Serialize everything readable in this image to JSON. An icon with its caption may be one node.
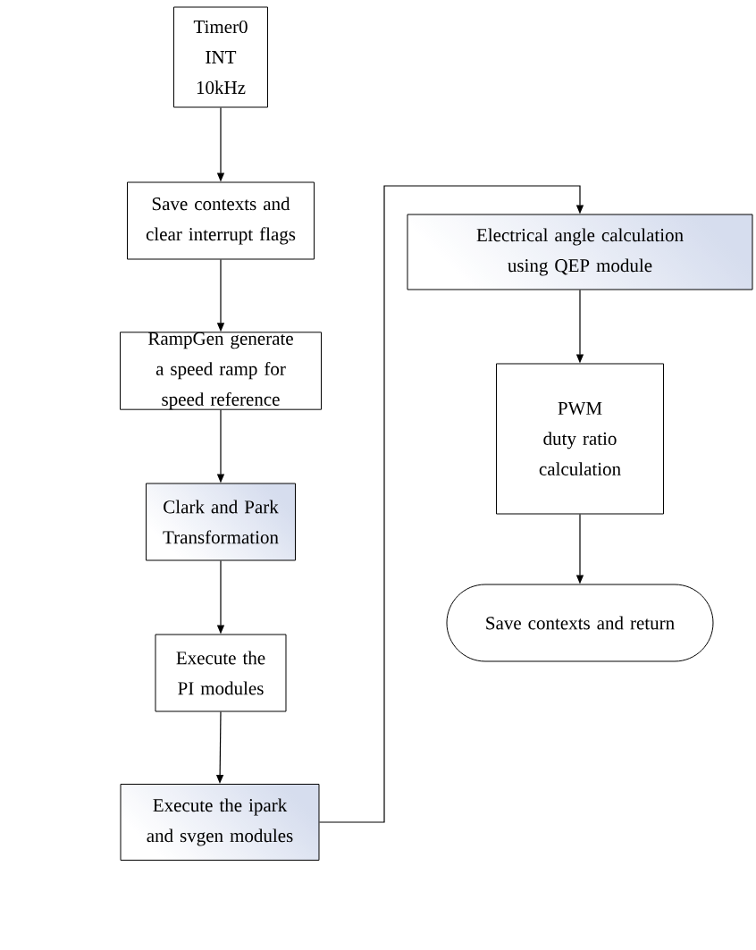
{
  "diagram": {
    "nodes": [
      {
        "text": [
          "Timer0 INT 10kHz"
        ]
      },
      {
        "text": [
          "Save contexts and clear interrupt flags"
        ]
      },
      {
        "text": [
          "RampGen generate a speed ramp for speed reference"
        ]
      },
      {
        "text": [
          "Clark and Park Transformation"
        ]
      },
      {
        "text": [
          "Execute the PI modules"
        ]
      },
      {
        "text": [
          "Execute the ipark and svgen modules"
        ]
      },
      {
        "text": [
          "Electrical angle calculation using QEP module"
        ]
      },
      {
        "text": [
          "PWM duty ratio calculation"
        ]
      },
      {
        "text": [
          "Save contexts and return"
        ]
      }
    ],
    "edges": [
      {
        "from": 0,
        "to": 1,
        "arrow": "to"
      },
      {
        "from": 1,
        "to": 2,
        "arrow": "to"
      },
      {
        "from": 2,
        "to": 3,
        "arrow": "to"
      },
      {
        "from": 3,
        "to": 4,
        "arrow": "to"
      },
      {
        "from": 4,
        "to": 5,
        "arrow": "to"
      },
      {
        "from": 5,
        "to": 6,
        "arrow": "to"
      },
      {
        "from": 6,
        "to": 7,
        "arrow": "to"
      },
      {
        "from": 7,
        "to": 8,
        "arrow": "to"
      }
    ]
  }
}
